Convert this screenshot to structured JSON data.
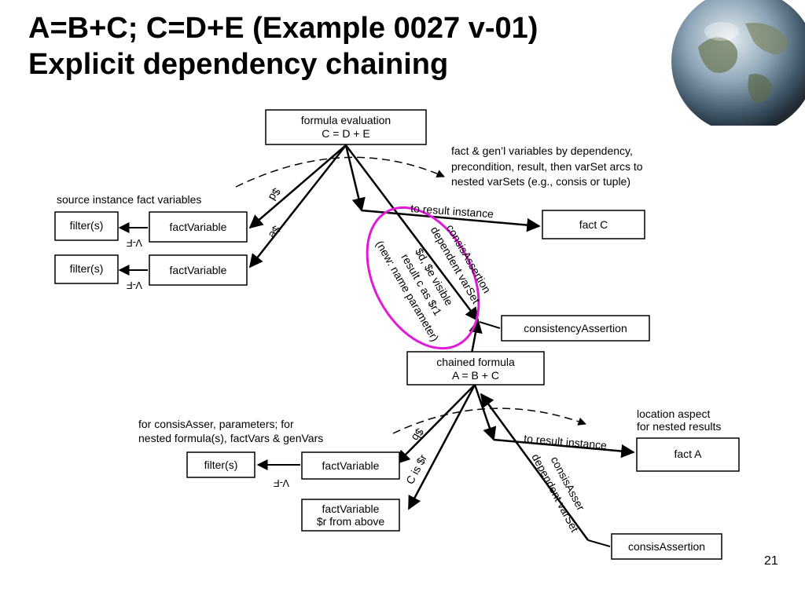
{
  "slide": {
    "title_line1": "A=B+C; C=D+E (Example 0027 v-01)",
    "title_line2": "Explicit dependency chaining",
    "page_number": "21"
  },
  "boxes": {
    "formula_eval_line1": "formula evaluation",
    "formula_eval_line2": "C = D + E",
    "fact_c": "fact C",
    "filter_1": "filter(s)",
    "filter_2": "filter(s)",
    "factvar_1": "factVariable",
    "factvar_2": "factVariable",
    "consistency_assertion": "consistencyAssertion",
    "chained_line1": "chained formula",
    "chained_line2": "A = B + C",
    "fact_a": "fact A",
    "filter_3": "filter(s)",
    "factvar_3": "factVariable",
    "factvar_r_line1": "factVariable",
    "factvar_r_line2": "$r from above",
    "consis_assertion": "consisAssertion"
  },
  "labels": {
    "fact_gen_line1": "fact & gen’l variables by dependency,",
    "fact_gen_line2": "precondition, result, then varSet arcs to",
    "fact_gen_line3": "nested varSets (e.g., consis or tuple)",
    "source_instance": "source instance fact variables",
    "to_result_top": "to result instance",
    "to_result_bottom": "to result instance",
    "vf_1": "V-F",
    "vf_2": "V-F",
    "vf_3": "V-F",
    "dollar_d_top": "$d",
    "dollar_e_top": "$e",
    "dollar_b": "$b",
    "c_is_r": "C is $r",
    "oval_line1": "consisAssertion",
    "oval_line2": "dependent varSet",
    "oval_line3": "$d, $e visible",
    "oval_line4": "result c as $r1",
    "oval_line5": "(new: name parameter)",
    "for_consis_line1": "for consisAsser, parameters; for",
    "for_consis_line2": "nested formula(s), factVars & genVars",
    "location_line1": "location aspect",
    "location_line2": "for nested results",
    "lower_rot_line1": "consisAsser",
    "lower_rot_line2": "dependent varSet"
  },
  "colors": {
    "oval": "#e01ad8",
    "box_border": "#000000",
    "text": "#000000"
  }
}
